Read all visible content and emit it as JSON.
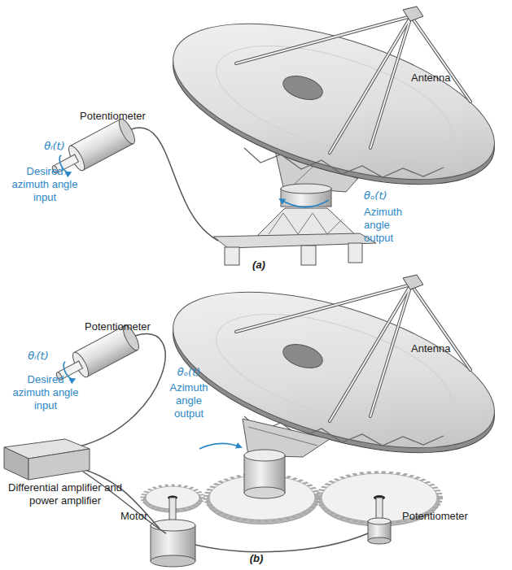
{
  "diagram": {
    "nodes": [
      {
        "text": [
          "Differential amplifier and power amplifier"
        ]
      }
    ],
    "labels": [
      "Potentiometer",
      "θᵢ(t)",
      "Desired azimuth angle input",
      "Antenna",
      "θₒ(t)",
      "Azimuth angle output",
      "(a)",
      "Potentiometer",
      "θᵢ(t)",
      "Desired azimuth angle input",
      "Antenna",
      "θₒ(t)",
      "Azimuth angle output",
      "Motor",
      "Potentiometer",
      "(b)"
    ]
  }
}
